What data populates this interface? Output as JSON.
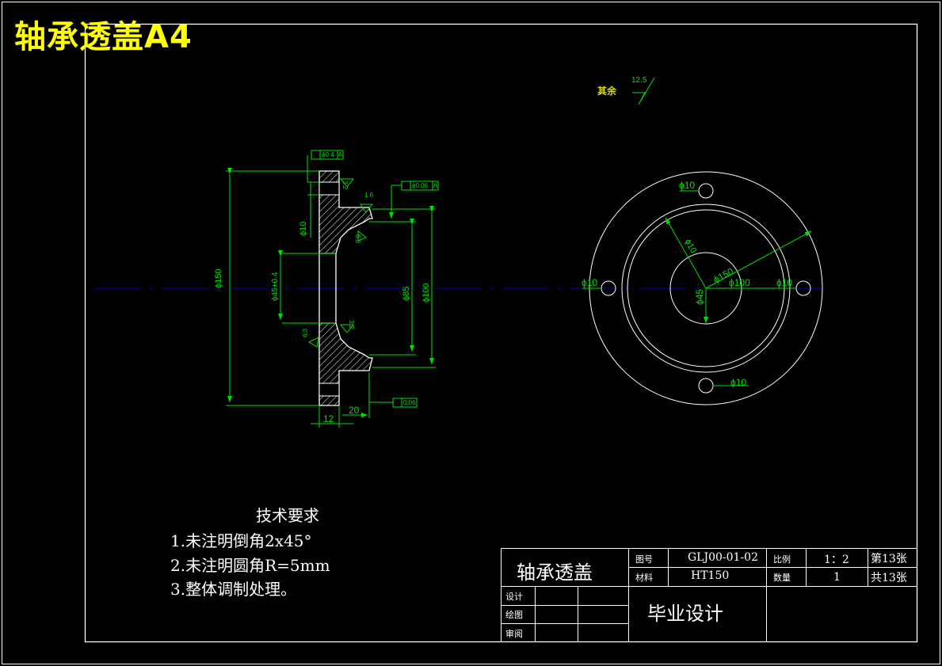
{
  "drawing_title": "轴承透盖A4",
  "roughness_note": {
    "label": "其余",
    "value": "12.5"
  },
  "tech_requirements": {
    "heading": "技术要求",
    "items": [
      "1.未注明倒角2x45°",
      "2.未注明圆角R=5mm",
      "3.整体调制处理。"
    ]
  },
  "title_block": {
    "part_name": "轴承透盖",
    "drawing_no_label": "图号",
    "drawing_no": "GLJ00-01-02",
    "scale_label": "比例",
    "scale": "1：2",
    "sheet": "第13张",
    "material_label": "材料",
    "material": "HT150",
    "quantity_label": "数量",
    "quantity": "1",
    "total_sheets": "共13张",
    "designer_label": "设计",
    "drafter_label": "绘图",
    "reviewer_label": "审阅",
    "project": "毕业设计"
  },
  "section_view": {
    "dims": {
      "d150": "ϕ150",
      "d10": "ϕ10",
      "d45": "ϕ45+0.4",
      "d85": "ϕ85",
      "d100": "ϕ100",
      "w12": "12",
      "w20": "20"
    },
    "tolerances": {
      "position": "ϕ0.4",
      "position_datum": "A",
      "coax": "ϕ0.06",
      "coax_datum": "A",
      "parallel": "0.06"
    },
    "roughness": [
      "3.2",
      "1.6",
      "6.3",
      "3.2",
      "6.3"
    ]
  },
  "front_view": {
    "dims": {
      "top_hole": "ϕ10",
      "left_hole": "ϕ10",
      "right_hole": "ϕ10",
      "bottom_hole": "ϕ10",
      "d45": "ϕ45",
      "d150": "ϕ150",
      "d100": "ϕ100",
      "d10_diag": "ϕ10"
    }
  },
  "colors": {
    "outline": "#ffffff",
    "dimension": "#00e000",
    "centerline": "#0000c8",
    "title": "#ffff00",
    "background": "#000000"
  }
}
